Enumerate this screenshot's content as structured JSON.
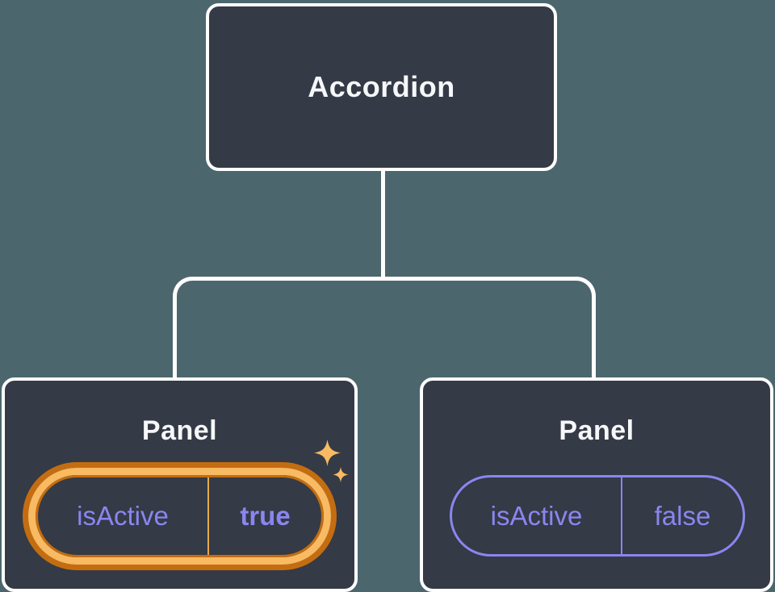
{
  "colors": {
    "background": "#4C666E",
    "node_fill": "#343A46",
    "node_border": "#FFFFFF",
    "connector": "#FFFFFF",
    "state_purple": "#8A86EF",
    "highlight_gold": "#F8BA63",
    "highlight_orange": "#C46D10"
  },
  "tree": {
    "root": {
      "label": "Accordion"
    },
    "children": [
      {
        "label": "Panel",
        "prop": {
          "name": "isActive",
          "value": "true"
        },
        "highlighted": true
      },
      {
        "label": "Panel",
        "prop": {
          "name": "isActive",
          "value": "false"
        },
        "highlighted": false
      }
    ]
  },
  "icons": {
    "sparkle": "four-point-star"
  }
}
